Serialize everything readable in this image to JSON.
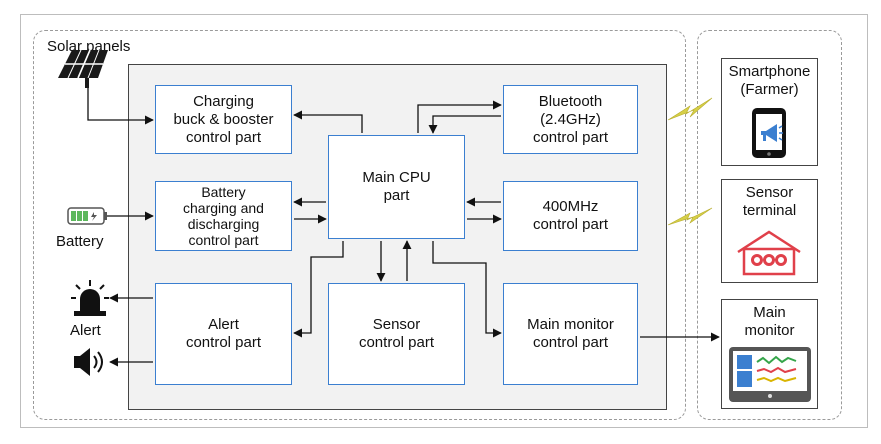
{
  "solar_label": "Solar panels",
  "battery_label": "Battery",
  "alert_label": "Alert",
  "blocks": {
    "charging": [
      "Charging",
      "buck & booster",
      "control part"
    ],
    "battery_ctrl": [
      "Battery",
      "charging and",
      "discharging",
      "control part"
    ],
    "alert_ctrl": [
      "Alert",
      "control part"
    ],
    "cpu": [
      "Main CPU",
      "part"
    ],
    "sensor_ctrl": [
      "Sensor",
      "control part"
    ],
    "bluetooth": [
      "Bluetooth",
      "(2.4GHz)",
      "control part"
    ],
    "mhz400": [
      "400MHz",
      "control part"
    ],
    "main_monitor_ctrl": [
      "Main monitor",
      "control part"
    ]
  },
  "devices": {
    "smartphone": [
      "Smartphone",
      "(Farmer)"
    ],
    "sensor_terminal": [
      "Sensor",
      "terminal"
    ],
    "main_monitor": [
      "Main",
      "monitor"
    ]
  },
  "colors": {
    "block_border": "#3b7fd0",
    "panel_fill": "#f2f2f2",
    "wireless": "#d6cf48",
    "sensor_dots": "#e0404a",
    "monitor_lines": [
      "#35a54a",
      "#e0404a",
      "#d9b400"
    ]
  }
}
